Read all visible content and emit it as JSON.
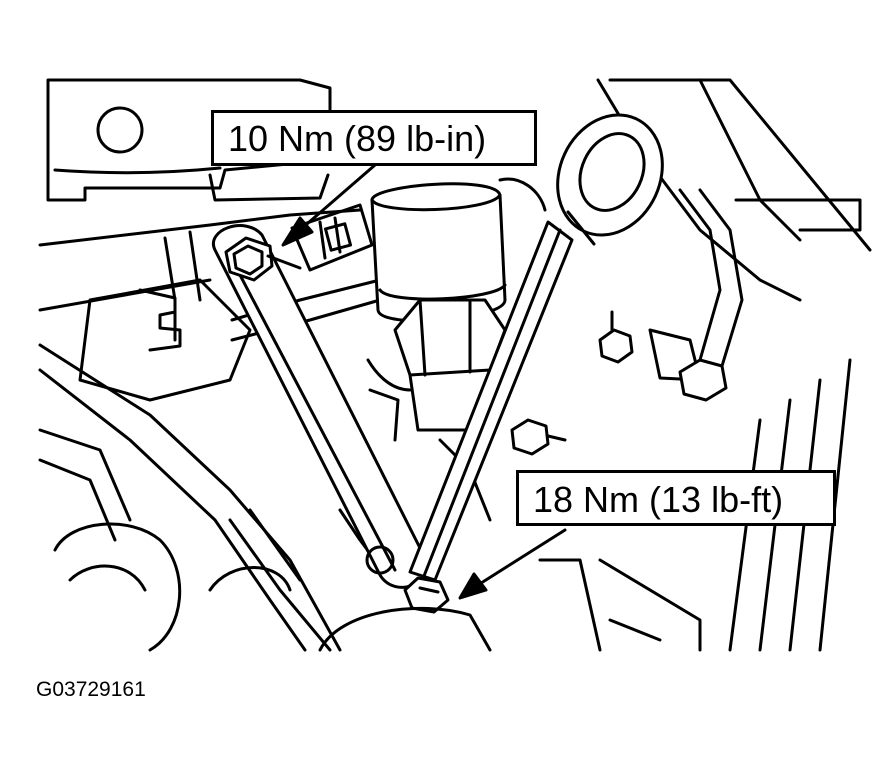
{
  "callouts": {
    "top_torque": "10 Nm (89 lb-in)",
    "bottom_torque": "18 Nm (13 lb-ft)"
  },
  "figure_id": "G03729161",
  "colors": {
    "ink": "#000000",
    "paper": "#ffffff"
  }
}
